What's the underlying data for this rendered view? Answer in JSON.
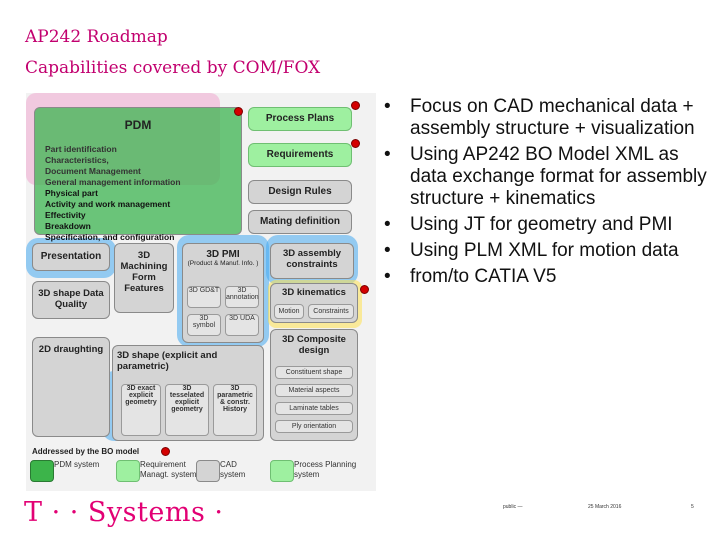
{
  "title": {
    "line1": "AP242 Roadmap",
    "line2": "Capabilities covered by COM/FOX"
  },
  "diagram": {
    "pdm": {
      "title": "PDM",
      "items": [
        "Part identification",
        "Characteristics,",
        "Document Management",
        "General management information",
        "Physical part",
        "Activity and work management",
        "Effectivity",
        "Breakdown",
        "Specification, and configuration"
      ]
    },
    "process_plans": "Process Plans",
    "requirements": "Requirements",
    "design_rules": "Design Rules",
    "mating_definition": "Mating definition",
    "presentation": "Presentation",
    "machining": "3D Machining Form Features",
    "pmi": {
      "title": "3D PMI",
      "subtitle": "(Product & Manuf. Info. )",
      "gdt": "3D GD&T",
      "annotation": "3D annotation",
      "symbol": "3D symbol",
      "uda": "3D UDA"
    },
    "assembly_constraints": "3D assembly constraints",
    "kinematics": {
      "title": "3D kinematics",
      "motion": "Motion",
      "constraints": "Constraints"
    },
    "shape_quality": "3D shape Data Quality",
    "composite": "3D Composite design",
    "composite_subs": [
      "Constituent shape",
      "Material aspects",
      "Laminate tables",
      "Ply orientation"
    ],
    "drafting": "2D draughting",
    "shape3d": "3D shape (explicit and parametric)",
    "shape_subs": [
      "3D exact explicit geometry",
      "3D tesselated explicit geometry",
      "3D parametric & constr. History"
    ],
    "addressed": "Addressed by the BO model",
    "legend": [
      {
        "label": "PDM system"
      },
      {
        "label": "Requirement Managt. system"
      },
      {
        "label": "CAD system"
      },
      {
        "label": "Process Planning system"
      }
    ]
  },
  "bullets": [
    "Focus on CAD mechanical data + assembly structure + visualization",
    "Using AP242 BO Model XML as data exchange format for assembly structure + kinematics",
    "Using JT for geometry and PMI",
    "Using PLM XML for motion data",
    "from/to CATIA V5"
  ],
  "footer": {
    "brand": "T · · Systems ·",
    "classification": "public —",
    "date": "25 March 2016",
    "page": "5"
  }
}
